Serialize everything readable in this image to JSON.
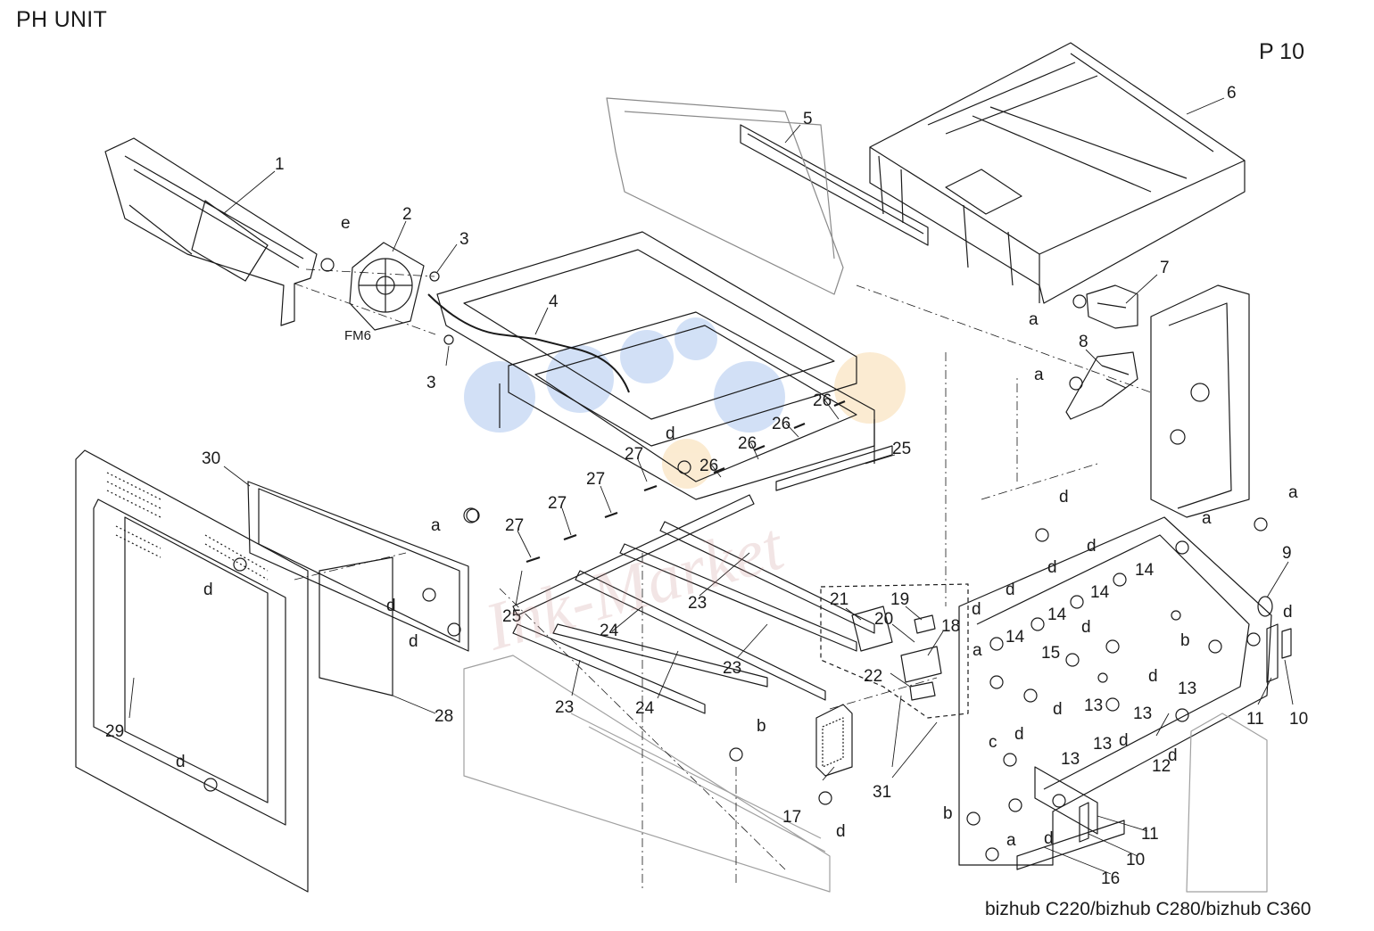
{
  "title": "PH UNIT",
  "page_label": "P 10",
  "model_footer": "bizhub C220/bizhub C280/bizhub C360",
  "watermark": "Ink-Market",
  "fan_tag": "FM6",
  "callouts": [
    {
      "text": "1"
    },
    {
      "text": "2"
    },
    {
      "text": "3"
    },
    {
      "text": "3"
    },
    {
      "text": "4"
    },
    {
      "text": "5"
    },
    {
      "text": "6"
    },
    {
      "text": "7"
    },
    {
      "text": "8"
    },
    {
      "text": "9"
    },
    {
      "text": "10"
    },
    {
      "text": "10"
    },
    {
      "text": "11"
    },
    {
      "text": "11"
    },
    {
      "text": "12"
    },
    {
      "text": "13"
    },
    {
      "text": "13"
    },
    {
      "text": "13"
    },
    {
      "text": "13"
    },
    {
      "text": "13"
    },
    {
      "text": "14"
    },
    {
      "text": "14"
    },
    {
      "text": "14"
    },
    {
      "text": "14"
    },
    {
      "text": "15"
    },
    {
      "text": "16"
    },
    {
      "text": "17"
    },
    {
      "text": "18"
    },
    {
      "text": "19"
    },
    {
      "text": "20"
    },
    {
      "text": "21"
    },
    {
      "text": "22"
    },
    {
      "text": "23"
    },
    {
      "text": "23"
    },
    {
      "text": "23"
    },
    {
      "text": "24"
    },
    {
      "text": "24"
    },
    {
      "text": "25"
    },
    {
      "text": "25"
    },
    {
      "text": "26"
    },
    {
      "text": "26"
    },
    {
      "text": "26"
    },
    {
      "text": "26"
    },
    {
      "text": "27"
    },
    {
      "text": "27"
    },
    {
      "text": "27"
    },
    {
      "text": "27"
    },
    {
      "text": "28"
    },
    {
      "text": "29"
    },
    {
      "text": "30"
    },
    {
      "text": "31"
    },
    {
      "text": "e"
    },
    {
      "text": "a"
    },
    {
      "text": "a"
    },
    {
      "text": "a"
    },
    {
      "text": "a"
    },
    {
      "text": "a"
    },
    {
      "text": "a"
    },
    {
      "text": "a"
    },
    {
      "text": "b"
    },
    {
      "text": "b"
    },
    {
      "text": "b"
    },
    {
      "text": "c"
    },
    {
      "text": "d"
    },
    {
      "text": "d"
    },
    {
      "text": "d"
    },
    {
      "text": "d"
    },
    {
      "text": "d"
    },
    {
      "text": "d"
    },
    {
      "text": "d"
    },
    {
      "text": "d"
    },
    {
      "text": "d"
    },
    {
      "text": "d"
    },
    {
      "text": "d"
    },
    {
      "text": "d"
    },
    {
      "text": "d"
    },
    {
      "text": "d"
    },
    {
      "text": "d"
    },
    {
      "text": "d"
    },
    {
      "text": "d"
    },
    {
      "text": "d"
    },
    {
      "text": "d"
    }
  ],
  "colors": {
    "line": "#1a1a1a",
    "hidden_line": "#9a9a9a",
    "background": "#ffffff",
    "watermark_blue": "#7fa8e6",
    "watermark_orange": "#f4c77e"
  }
}
